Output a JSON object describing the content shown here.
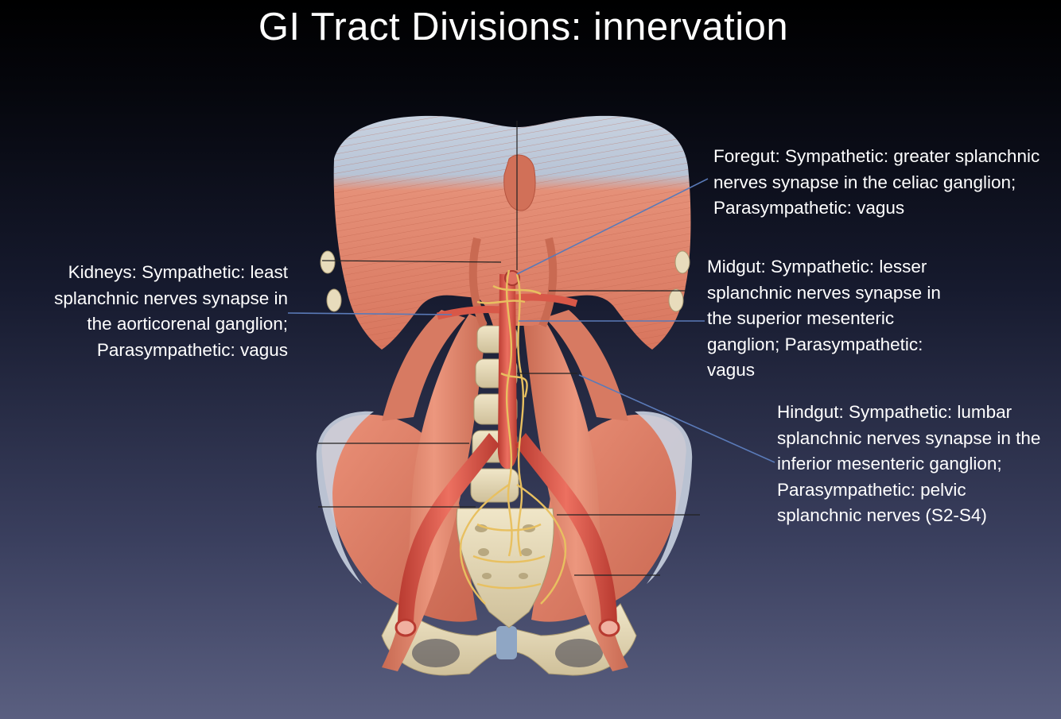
{
  "title": "GI Tract Divisions: innervation",
  "labels": {
    "kidneys": "Kidneys: Sympathetic: least splanchnic nerves synapse in the aorticorenal ganglion; Parasympathetic: vagus",
    "foregut": "Foregut: Sympathetic: greater splanchnic nerves synapse in the celiac ganglion; Parasympathetic: vagus",
    "midgut": "Midgut: Sympathetic: lesser splanchnic nerves synapse in the superior mesenteric ganglion; Parasympathetic: vagus",
    "hindgut": "Hindgut: Sympathetic: lumbar splanchnic nerves synapse in the inferior mesenteric ganglion; Parasympathetic: pelvic splanchnic nerves (S2-S4)"
  },
  "colors": {
    "muscle": "#e0826a",
    "muscle_dark": "#b85a45",
    "tendon": "#c9d2e0",
    "bone": "#e8dcbc",
    "artery": "#d85848",
    "nerve": "#e8c060",
    "leader_blue": "#5a7ab8",
    "leader_black": "#222222"
  }
}
